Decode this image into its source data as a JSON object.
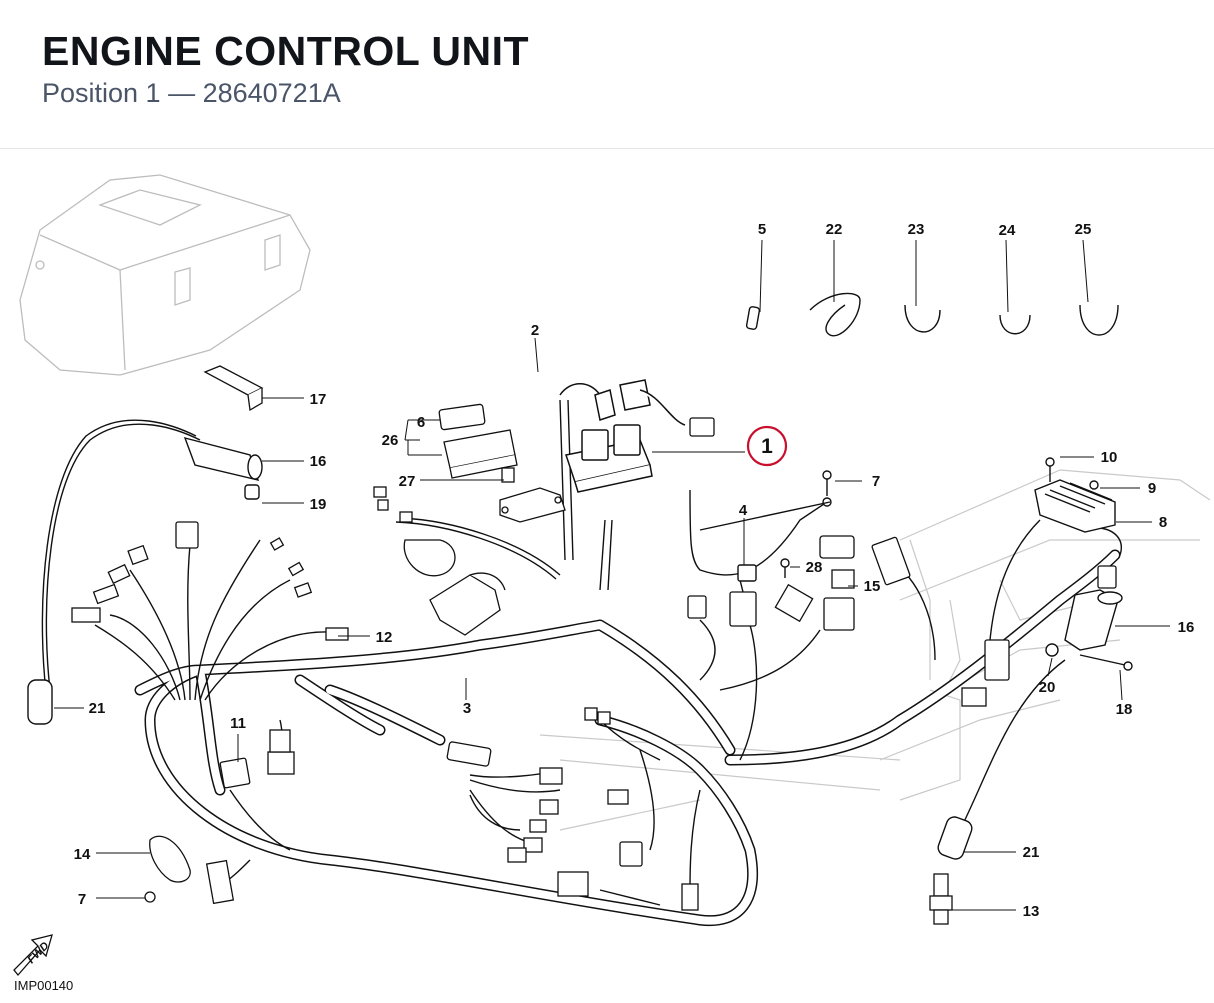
{
  "header": {
    "title": "ENGINE CONTROL UNIT",
    "subtitle": "Position 1 — 28640721A"
  },
  "diagram": {
    "highlight_color": "#c8102e",
    "highlighted_callout": "1",
    "callouts": {
      "c1": "1",
      "c2": "2",
      "c3": "3",
      "c4": "4",
      "c5": "5",
      "c6": "6",
      "c7a": "7",
      "c7b": "7",
      "c8": "8",
      "c9": "9",
      "c10": "10",
      "c11": "11",
      "c12": "12",
      "c13": "13",
      "c14": "14",
      "c15": "15",
      "c16a": "16",
      "c16b": "16",
      "c17": "17",
      "c18": "18",
      "c19": "19",
      "c20": "20",
      "c21a": "21",
      "c21b": "21",
      "c22": "22",
      "c23": "23",
      "c24": "24",
      "c25": "25",
      "c26": "26",
      "c27": "27",
      "c28": "28"
    },
    "fwd_label": "FWD",
    "drawing_code": "IMP00140"
  }
}
